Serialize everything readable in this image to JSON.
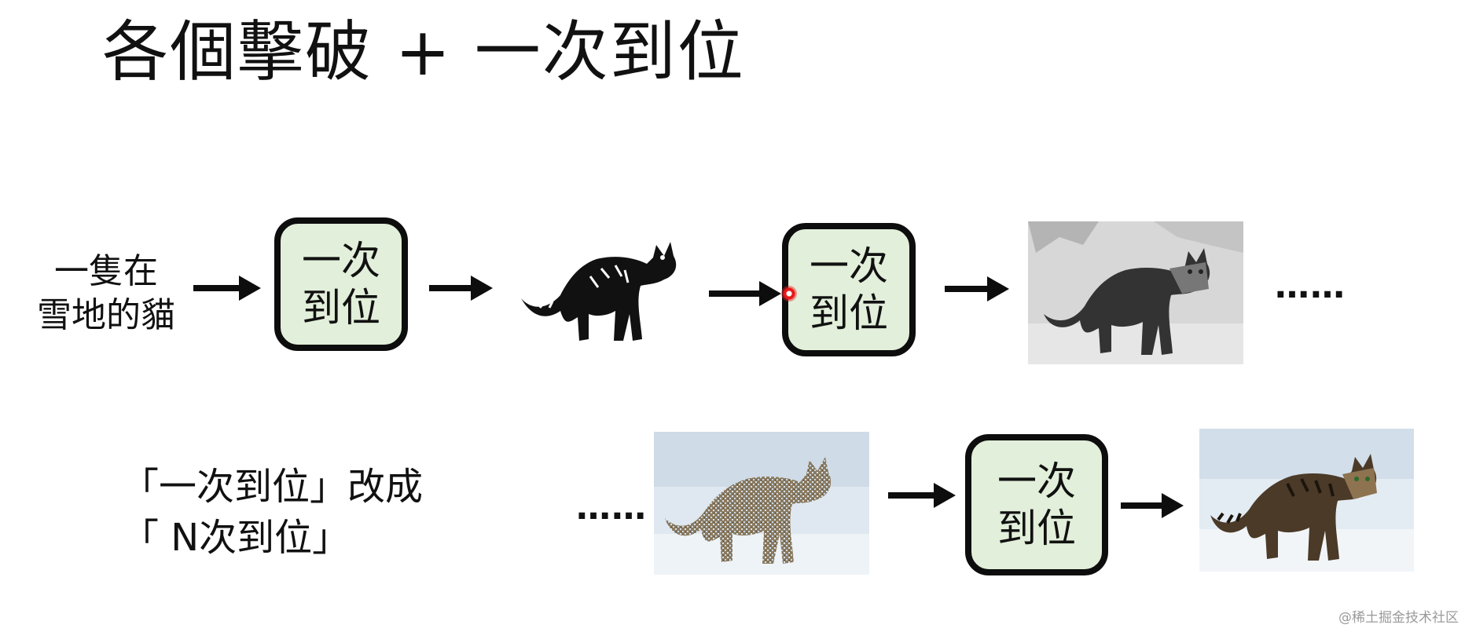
{
  "title": "各個擊破 + 一次到位",
  "row1": {
    "input_label_line1": "一隻在",
    "input_label_line2": "雪地的貓",
    "box1": {
      "line1": "一次",
      "line2": "到位"
    },
    "box2": {
      "line1": "一次",
      "line2": "到位"
    },
    "ellipsis": "……"
  },
  "row2": {
    "label_line1": "「一次到位」改成",
    "label_line2": "「 N次到位」",
    "ellipsis": "……",
    "box": {
      "line1": "一次",
      "line2": "到位"
    }
  },
  "watermark": "@稀土掘金技术社区",
  "colors": {
    "box_fill": "#e2efda",
    "border": "#0d0d0d",
    "pointer": "#e81818"
  },
  "icons": [
    "arrow-right-icon",
    "laser-pointer-icon"
  ]
}
